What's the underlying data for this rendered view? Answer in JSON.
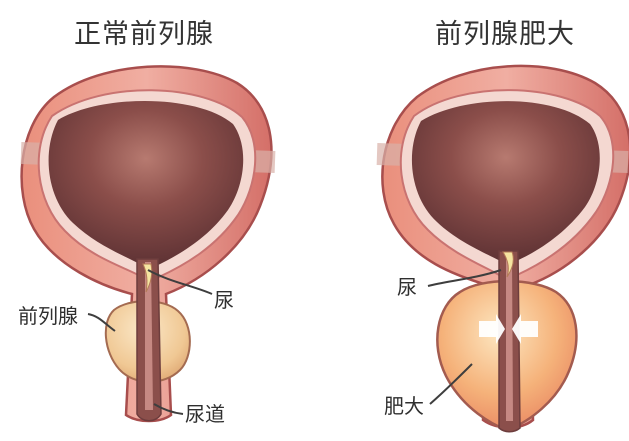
{
  "titles": {
    "normal": "正常前列腺",
    "enlarged": "前列腺肥大"
  },
  "labels": {
    "prostate": "前列腺",
    "urine_left": "尿",
    "urethra": "尿道",
    "urine_right": "尿",
    "enlarged": "肥大"
  },
  "colors": {
    "bladder_outer": "#e18e81",
    "bladder_inner": "#7a4542",
    "bladder_lining": "#f2d0c8",
    "prostate_normal": "#f3d6a7",
    "prostate_enlarged": "#ef9d73",
    "urethra_flow": "#f7e6a3"
  }
}
